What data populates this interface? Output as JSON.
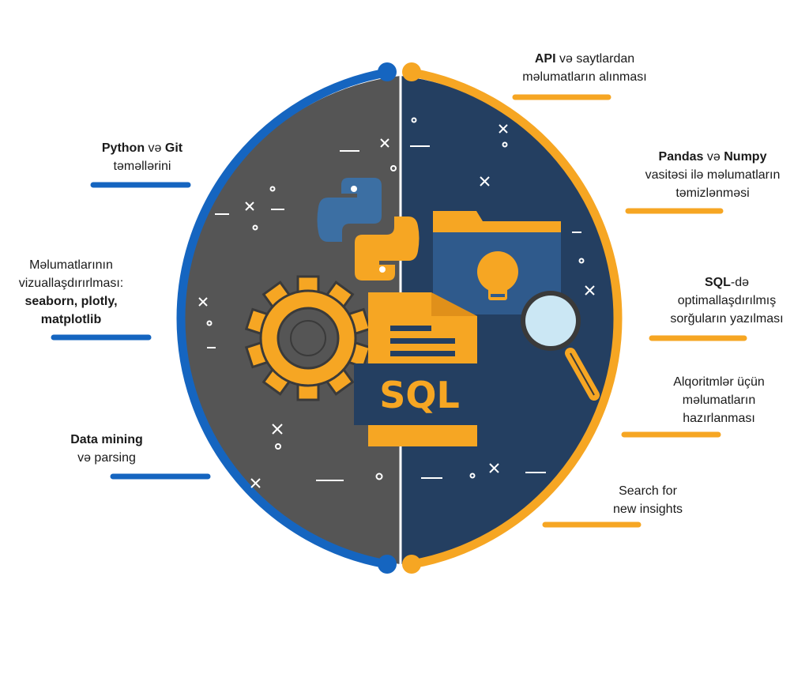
{
  "colors": {
    "left_bg": "#555555",
    "right_bg": "#243f61",
    "blue_accent": "#1565c0",
    "orange_accent": "#f6a623",
    "python_blue": "#3c6fa3",
    "python_yellow": "#f6a623",
    "folder_blue": "#2f5a8c",
    "divider": "#ffffff"
  },
  "center": {
    "sql_label": "SQL"
  },
  "icons": [
    "python-logo-icon",
    "gear-icon",
    "sql-document-icon",
    "folder-icon",
    "lightbulb-icon",
    "magnifier-icon"
  ],
  "left_labels": [
    {
      "parts": [
        {
          "b": "Python"
        },
        {
          "t": " və "
        },
        {
          "b": "Git"
        }
      ],
      "line2": [
        {
          "t": "təməllərini"
        }
      ]
    },
    {
      "parts": [
        {
          "t": "Məlumatlarının"
        }
      ],
      "line2": [
        {
          "t": "vizuallaşdırırlması:"
        }
      ],
      "line3": [
        {
          "b": "seaborn, plotly,"
        }
      ],
      "line4": [
        {
          "b": "matplotlib"
        }
      ]
    },
    {
      "parts": [
        {
          "b": "Data mining"
        }
      ],
      "line2": [
        {
          "t": "və parsing"
        }
      ]
    }
  ],
  "right_labels": [
    {
      "parts": [
        {
          "b": "API"
        },
        {
          "t": " və saytlardan"
        }
      ],
      "line2": [
        {
          "t": "məlumatların alınması"
        }
      ]
    },
    {
      "parts": [
        {
          "b": "Pandas"
        },
        {
          "t": " və "
        },
        {
          "b": "Numpy"
        }
      ],
      "line2": [
        {
          "t": "vasitəsi ilə məlumatların"
        }
      ],
      "line3": [
        {
          "t": "təmizlənməsi"
        }
      ]
    },
    {
      "parts": [
        {
          "b": "SQL"
        },
        {
          "t": "-də"
        }
      ],
      "line2": [
        {
          "t": "optimallaşdırılmış"
        }
      ],
      "line3": [
        {
          "t": "sorğuların yazılması"
        }
      ]
    },
    {
      "parts": [
        {
          "t": "Alqoritmlər üçün"
        }
      ],
      "line2": [
        {
          "t": "məlumatların"
        }
      ],
      "line3": [
        {
          "t": "hazırlanması"
        }
      ]
    },
    {
      "parts": [
        {
          "t": "Search for"
        }
      ],
      "line2": [
        {
          "t": "new insights"
        }
      ]
    }
  ]
}
